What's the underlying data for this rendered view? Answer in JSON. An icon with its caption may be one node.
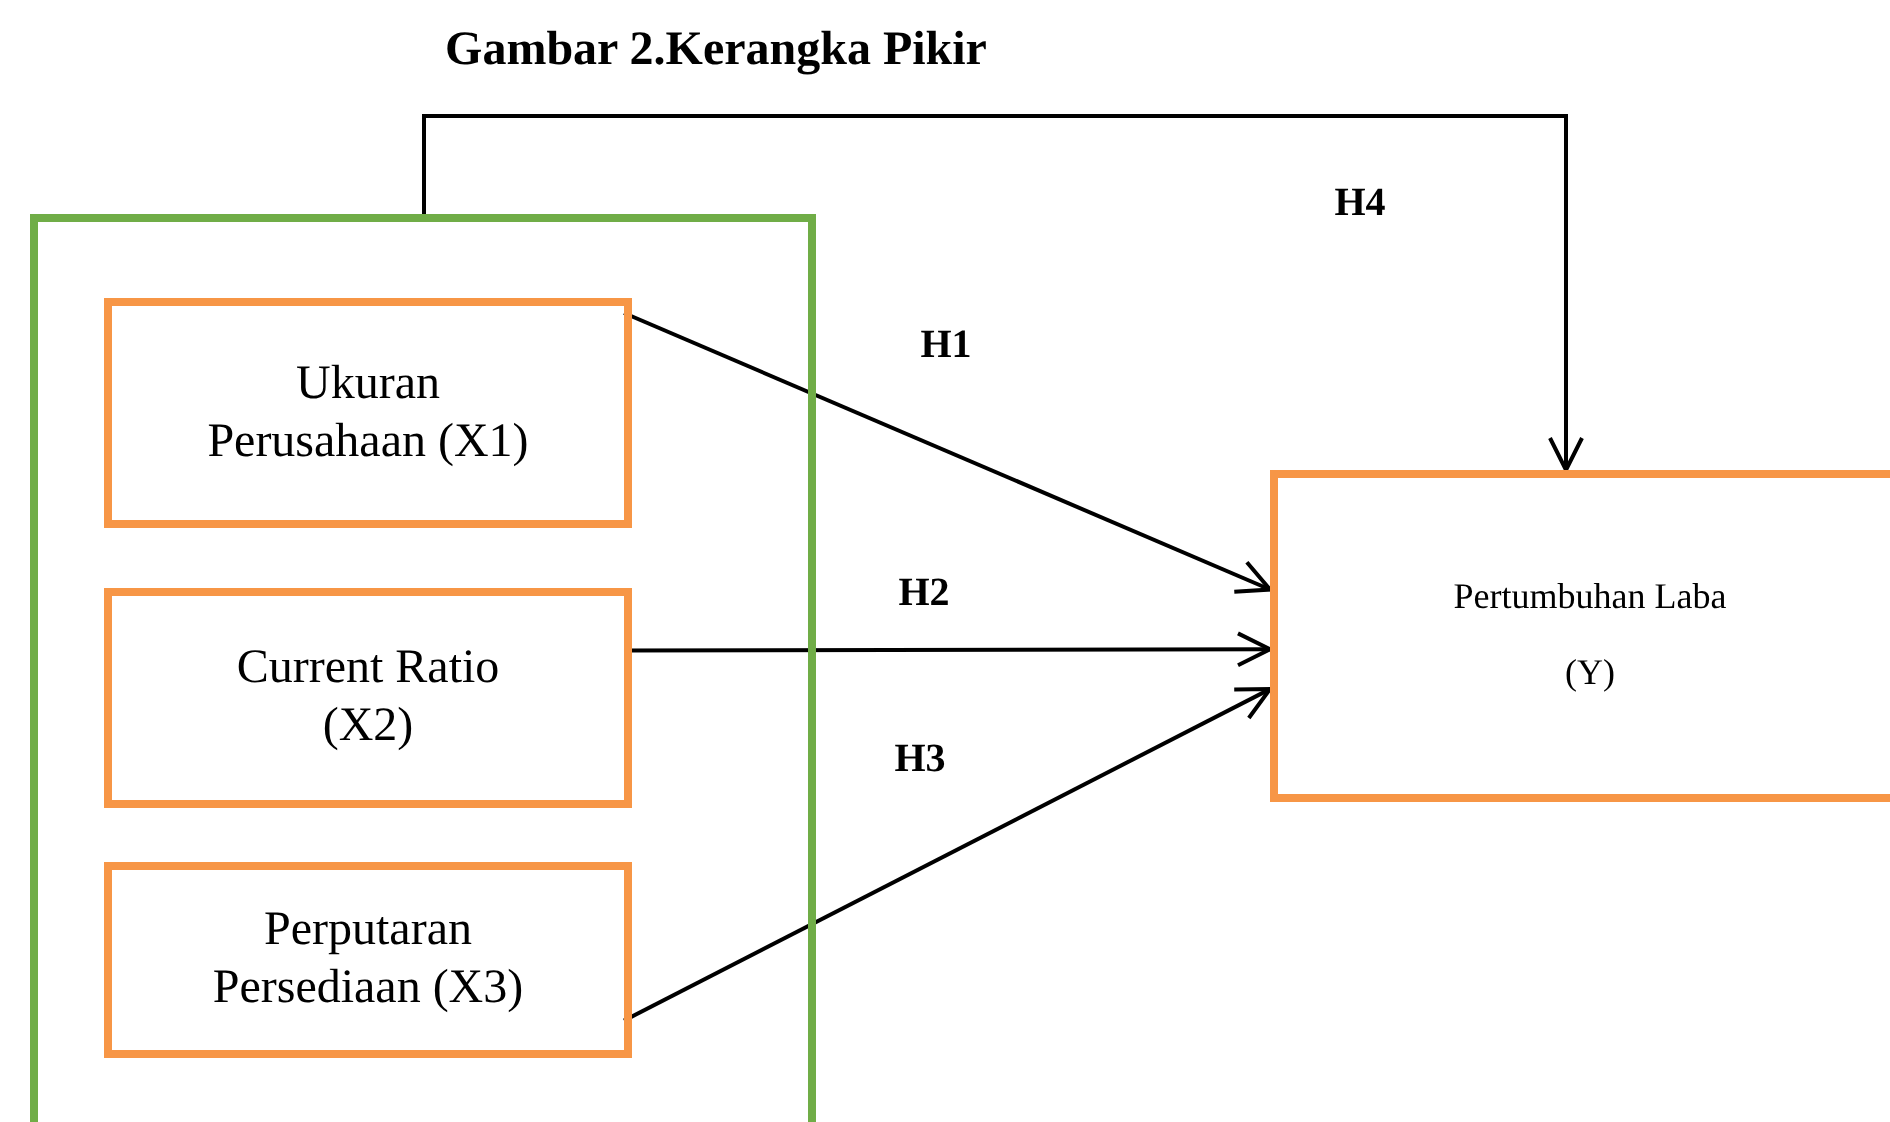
{
  "diagram": {
    "title": "Gambar 2.Kerangka Pikir",
    "nodes": [
      {
        "text": [],
        "shape": "box"
      },
      {
        "text": [
          "Ukuran Perusahaan (X1)"
        ],
        "in": 0
      },
      {
        "text": [
          "Current Ratio (X2)"
        ],
        "in": 0
      },
      {
        "text": [
          "Perputaran Persediaan (X3)"
        ],
        "in": 0
      },
      {
        "text": [
          "Pertumbuhan Laba",
          "(Y)"
        ]
      }
    ],
    "edges": [
      {
        "from": 1,
        "to": 4,
        "arrow": "to",
        "label": "H1"
      },
      {
        "from": 2,
        "to": 4,
        "arrow": "to",
        "label": "H2"
      },
      {
        "from": 3,
        "to": 4,
        "arrow": "to",
        "label": "H3"
      },
      {
        "from": 0,
        "to": 4,
        "arrow": "to",
        "label": "H4"
      }
    ]
  }
}
